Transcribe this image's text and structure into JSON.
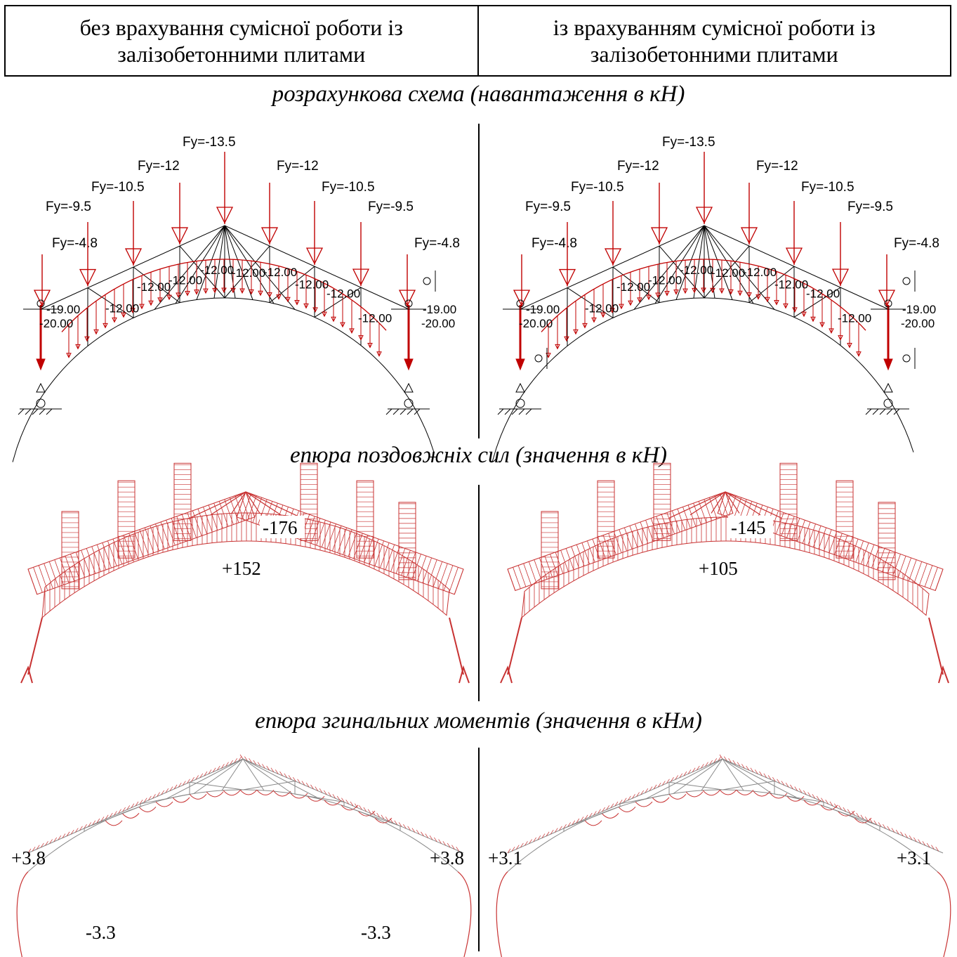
{
  "header": {
    "col_left": "без врахування сумісної роботи із залізобетонними плитами",
    "col_right": "із врахуванням сумісної роботи із залізобетонними плитами"
  },
  "sections": {
    "scheme": "розрахункова схема (навантаження в кН)",
    "axial": "епюра поздовжніх сил (значення в кН)",
    "moment": "епюра згинальних моментів (значення в кНм)"
  },
  "loads": {
    "top": [
      "Fy=-4.8",
      "Fy=-9.5",
      "Fy=-10.5",
      "Fy=-12",
      "Fy=-13.5",
      "Fy=-12",
      "Fy=-10.5",
      "Fy=-9.5",
      "Fy=-4.8"
    ],
    "bottom_left": [
      "-19.00",
      "-20.00"
    ],
    "bottom_right": [
      "-19.00",
      "-20.00"
    ],
    "mid": [
      "-12.00",
      "-12.00",
      "-12.00",
      "-12.00",
      "-12.00",
      "-12.00",
      "-12.00",
      "-12.00",
      "-12.00"
    ]
  },
  "axial": {
    "left_top": "-176",
    "left_bottom": "+152",
    "right_top": "-145",
    "right_bottom": "+105"
  },
  "moment": {
    "left_side_left": "+3.8",
    "left_side_right": "+3.8",
    "left_neg_left": "-3.3",
    "left_neg_right": "-3.3",
    "right_side_left": "+3.1",
    "right_side_right": "+3.1"
  },
  "colors": {
    "load": "#c00000",
    "diagram": "#c83232",
    "line": "#000000"
  }
}
